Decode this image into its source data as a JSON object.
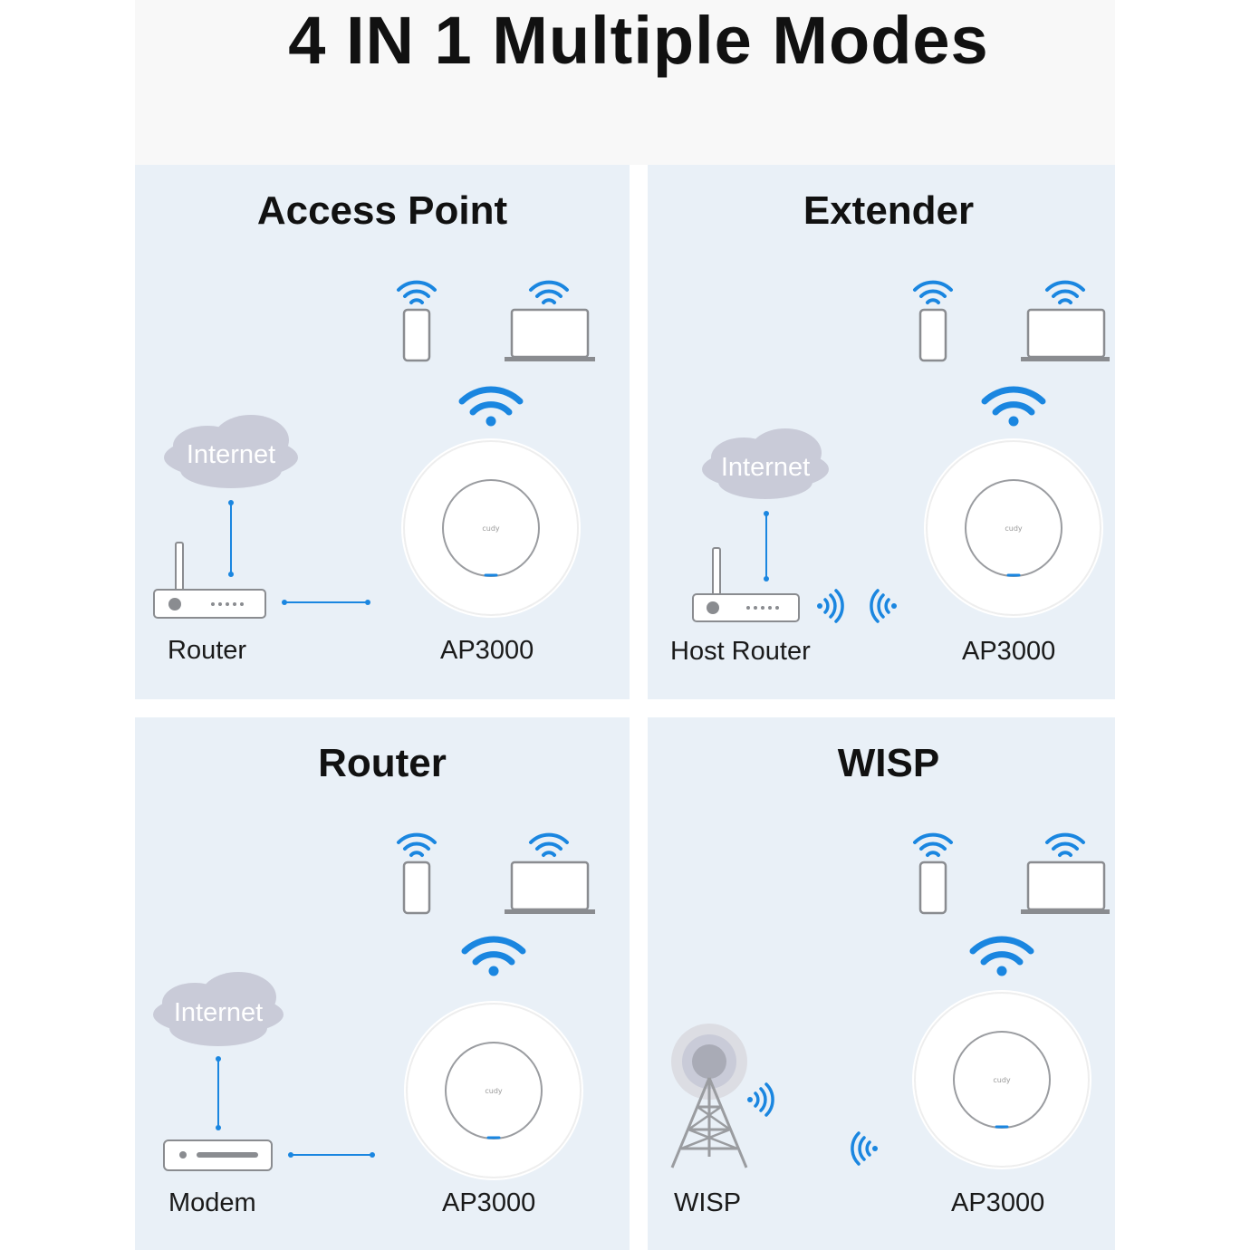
{
  "title": "4 IN 1 Multiple Modes",
  "colors": {
    "accent_blue": "#1a86e0",
    "panel_bg": "#e9f0f7",
    "header_bg": "#f8f8f8",
    "cloud": "#c9cbd8",
    "device_gray": "#8a8c90"
  },
  "panels": [
    {
      "title": "Access Point",
      "cloud_label": "Internet",
      "source_label": "Router",
      "ap_label": "AP3000",
      "ap_logo": "cudy",
      "link": "wired"
    },
    {
      "title": "Extender",
      "cloud_label": "Internet",
      "source_label": "Host Router",
      "ap_label": "AP3000",
      "ap_logo": "cudy",
      "link": "wireless"
    },
    {
      "title": "Router",
      "cloud_label": "Internet",
      "source_label": "Modem",
      "ap_label": "AP3000",
      "ap_logo": "cudy",
      "link": "wired"
    },
    {
      "title": "WISP",
      "source_label": "WISP",
      "ap_label": "AP3000",
      "ap_logo": "cudy",
      "link": "wireless"
    }
  ],
  "icons": [
    "wifi-icon",
    "phone-icon",
    "laptop-icon",
    "cloud-icon",
    "router-icon",
    "modem-icon",
    "tower-icon",
    "access-point-icon"
  ]
}
